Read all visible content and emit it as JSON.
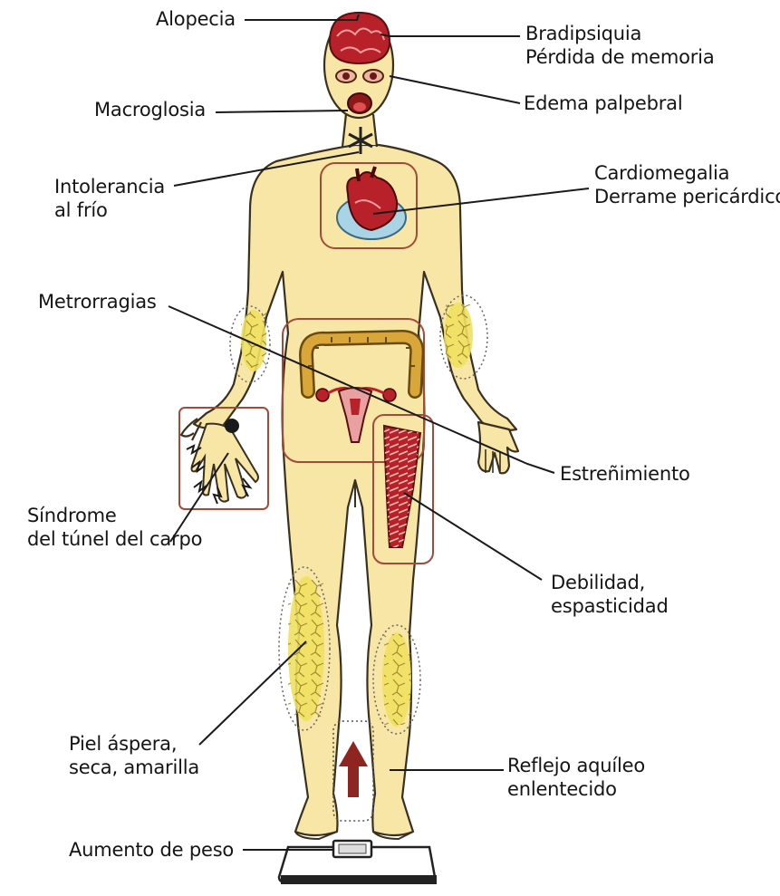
{
  "labels": {
    "alopecia": "Alopecia",
    "bradipsiquia": "Bradipsiquia",
    "perdida_memoria": "Pérdida de memoria",
    "macroglosia": "Macroglosia",
    "edema_palpebral": "Edema palpebral",
    "intolerancia_1": "Intolerancia",
    "intolerancia_2": "al frío",
    "cardiomegalia": "Cardiomegalia",
    "derrame": "Derrame pericárdico",
    "metrorragias": "Metrorragias",
    "estrenimiento": "Estreñimiento",
    "sindrome_1": "Síndrome",
    "sindrome_2": "del túnel del carpo",
    "debilidad_1": "Debilidad,",
    "debilidad_2": "espasticidad",
    "piel_1": "Piel áspera,",
    "piel_2": "seca, amarilla",
    "reflejo_1": "Reflejo aquíleo",
    "reflejo_2": "enlentecido",
    "aumento_peso": "Aumento de peso"
  },
  "colors": {
    "skin": "#f8e6a6",
    "skin_outline": "#3a3020",
    "organ_red": "#b8202a",
    "box_outline": "#a44a38",
    "line": "#1a1a1a",
    "arrow": "#8e2520",
    "yellow_patch": "#f0e060",
    "pericardium": "#a8d4e6"
  }
}
